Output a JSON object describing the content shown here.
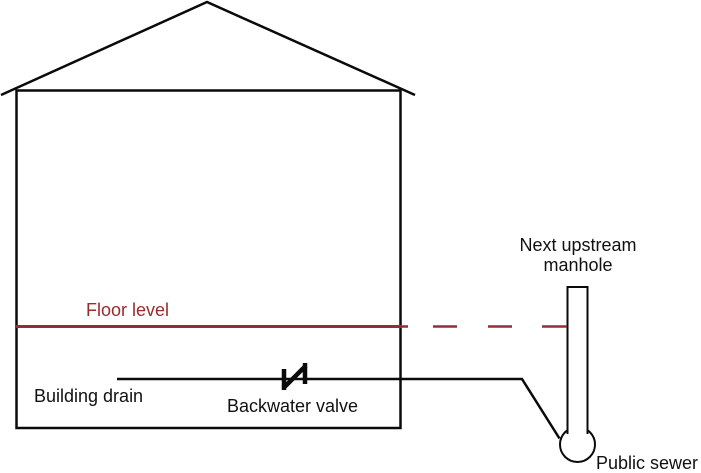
{
  "labels": {
    "floor_level": "Floor level",
    "building_drain": "Building drain",
    "backwater_valve": "Backwater valve",
    "manhole_line1": "Next upstream",
    "manhole_line2": "manhole",
    "public_sewer": "Public sewer"
  },
  "colors": {
    "ink": "#0a0a0a",
    "floor_line": "#8e3039",
    "floor_text": "#9b2a2a",
    "background": "#ffffff"
  }
}
